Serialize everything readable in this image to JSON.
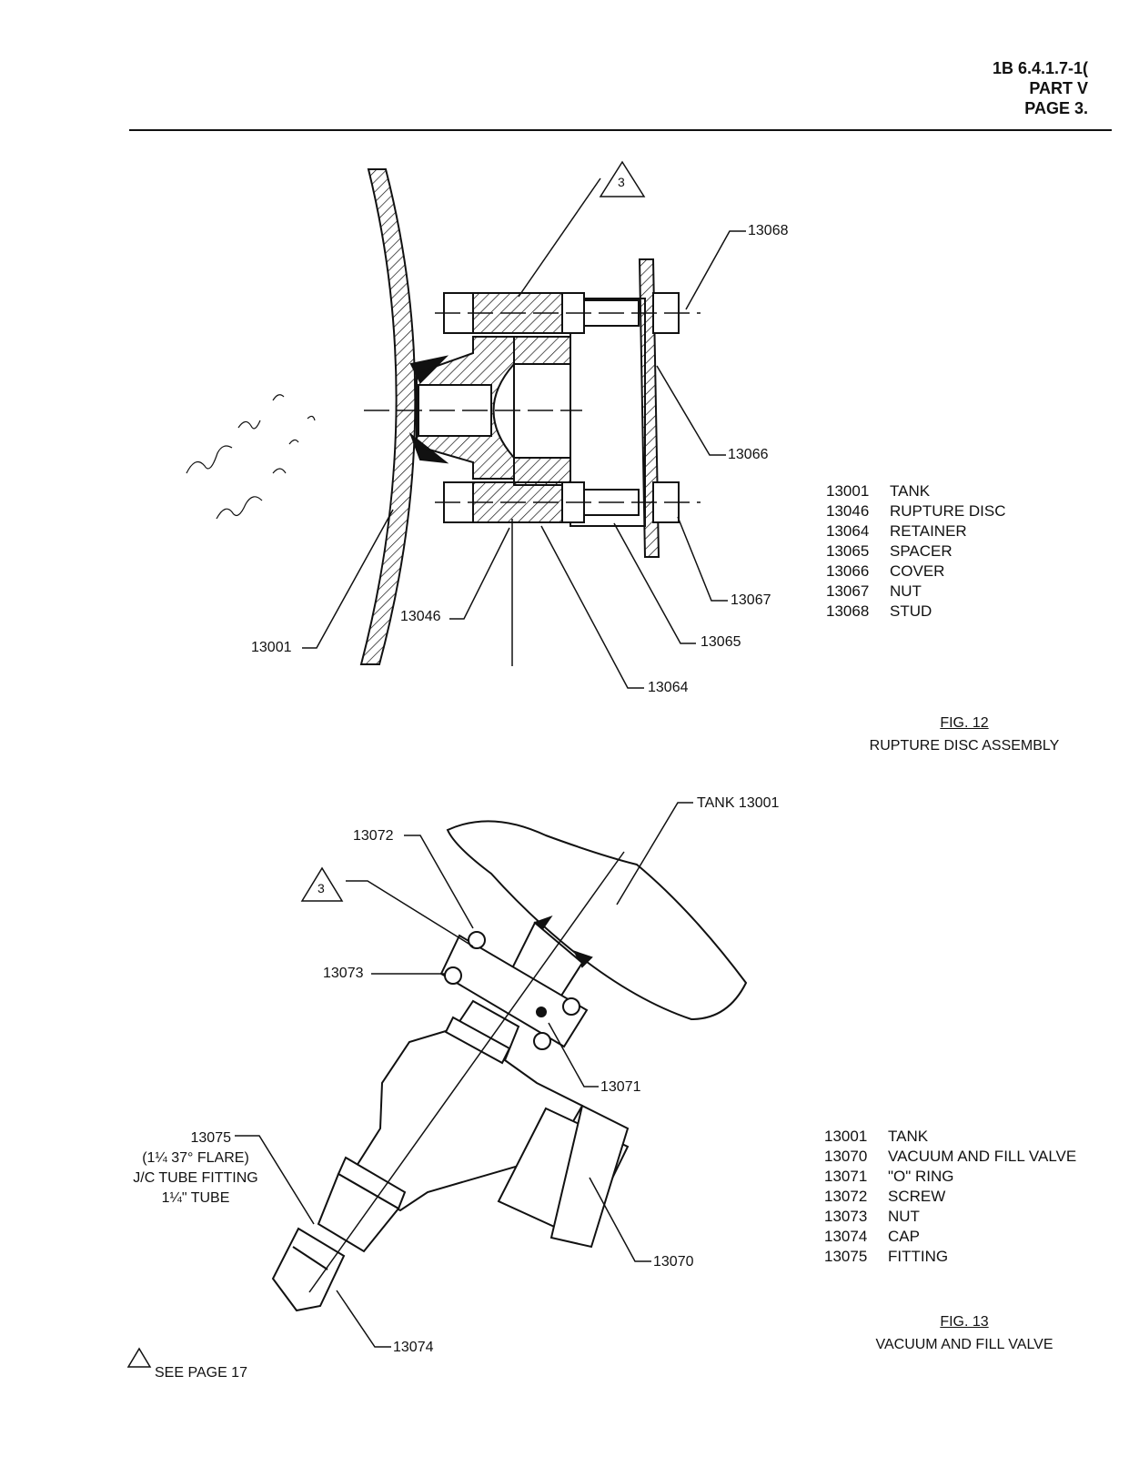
{
  "header": {
    "line1": "1B 6.4.1.7-1(",
    "line2": "PART V",
    "line3": "PAGE 3."
  },
  "marker": "3",
  "fig12": {
    "callouts": {
      "c13068": "13068",
      "c13066": "13066",
      "c13067": "13067",
      "c13065": "13065",
      "c13064": "13064",
      "c13046": "13046",
      "c13001": "13001"
    },
    "legend": [
      {
        "num": "13001",
        "name": "TANK"
      },
      {
        "num": "13046",
        "name": "RUPTURE DISC"
      },
      {
        "num": "13064",
        "name": "RETAINER"
      },
      {
        "num": "13065",
        "name": "SPACER"
      },
      {
        "num": "13066",
        "name": "COVER"
      },
      {
        "num": "13067",
        "name": "NUT"
      },
      {
        "num": "13068",
        "name": "STUD"
      }
    ],
    "figure_number": "FIG. 12",
    "caption": "RUPTURE DISC ASSEMBLY"
  },
  "fig13": {
    "callouts": {
      "tank": "TANK 13001",
      "c13072": "13072",
      "c13073": "13073",
      "c13071": "13071",
      "c13075": "13075",
      "c13075_l2": "(1¼ 37° FLARE)",
      "c13075_l3": "J/C TUBE FITTING",
      "c13075_l4": "1¼\" TUBE",
      "c13070": "13070",
      "c13074": "13074"
    },
    "legend": [
      {
        "num": "13001",
        "name": "TANK"
      },
      {
        "num": "13070",
        "name": "VACUUM AND FILL VALVE"
      },
      {
        "num": "13071",
        "name": "\"O\" RING"
      },
      {
        "num": "13072",
        "name": "SCREW"
      },
      {
        "num": "13073",
        "name": "NUT"
      },
      {
        "num": "13074",
        "name": "CAP"
      },
      {
        "num": "13075",
        "name": "FITTING"
      }
    ],
    "figure_number": "FIG. 13",
    "caption": "VACUUM AND FILL VALVE"
  },
  "note": "SEE PAGE 17"
}
